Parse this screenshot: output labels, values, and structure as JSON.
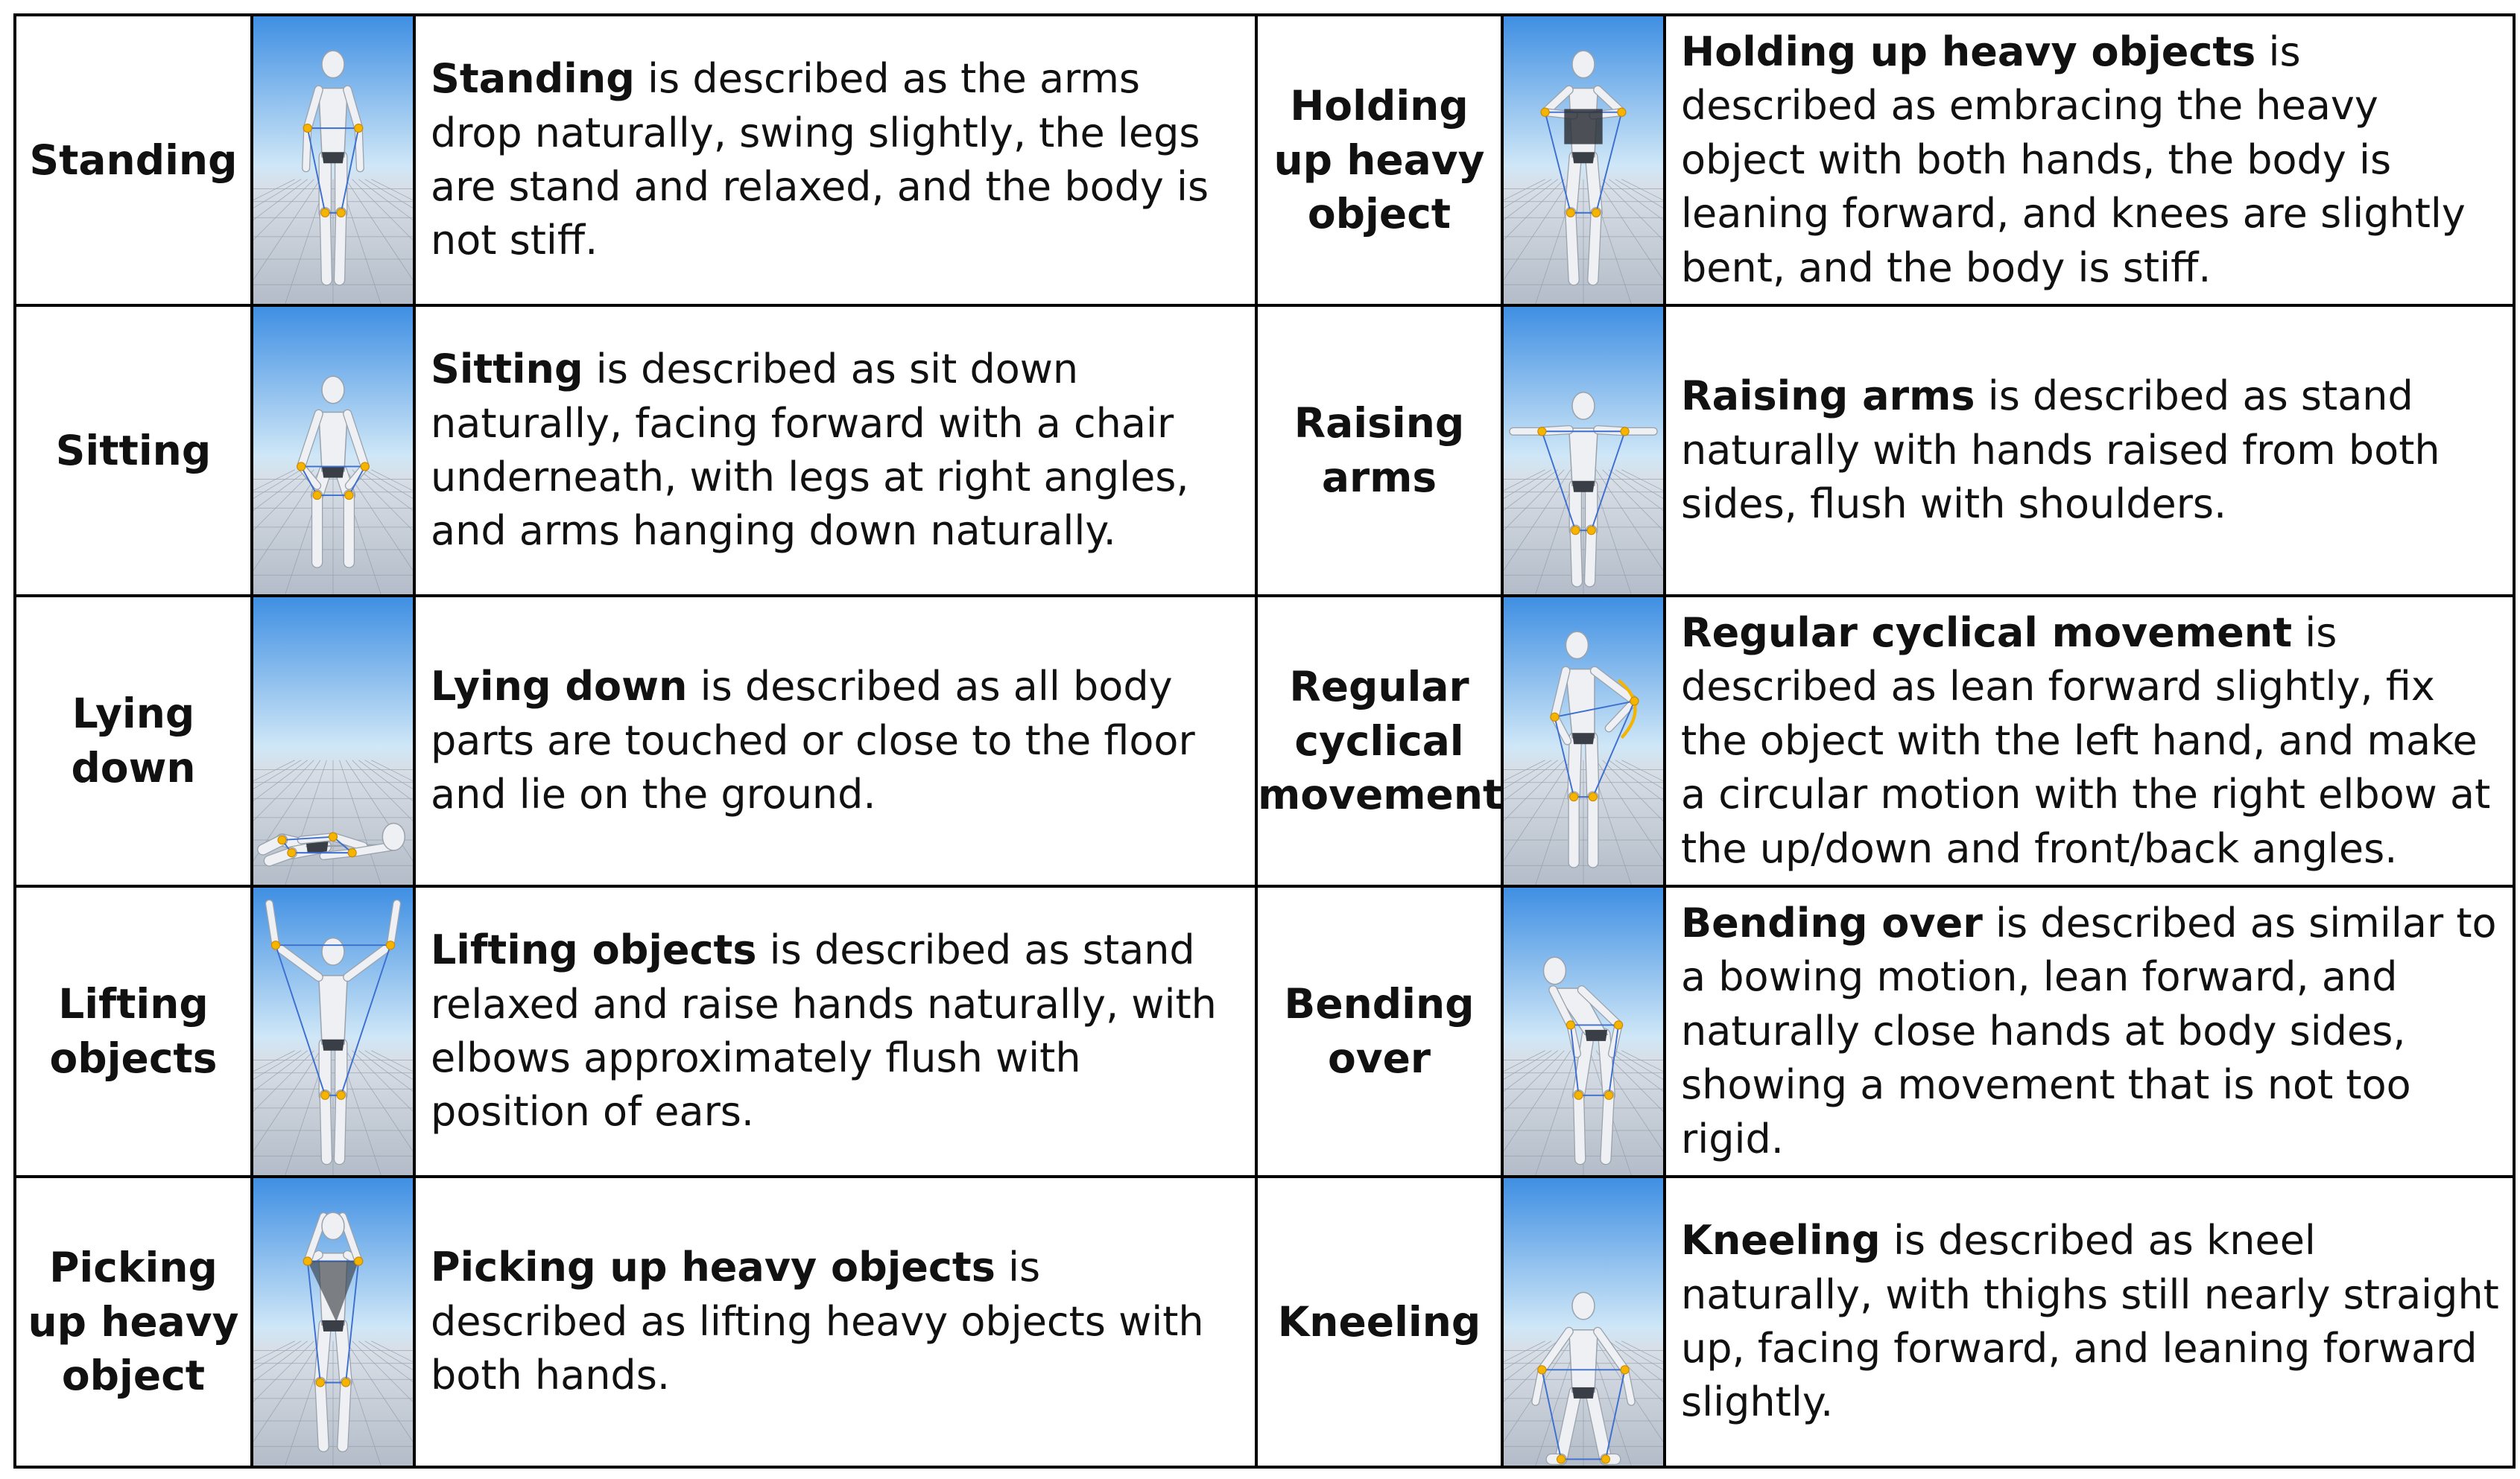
{
  "rows": [
    {
      "left": {
        "name": "Standing",
        "pose": "standing",
        "term": "Standing",
        "text": " is described as the arms drop naturally, swing slightly, the legs are stand and relaxed, and the body is not stiff."
      },
      "right": {
        "name": "Holding up heavy object",
        "pose": "holding",
        "term": "Holding up heavy objects",
        "text": " is described as embracing the heavy object with both hands, the body is leaning forward, and knees are slightly bent, and the body is stiff."
      }
    },
    {
      "left": {
        "name": "Sitting",
        "pose": "sitting",
        "term": "Sitting",
        "text": " is described as sit down naturally, facing forward with a chair underneath, with legs at right angles, and arms hanging down naturally."
      },
      "right": {
        "name": "Raising arms",
        "pose": "raising",
        "term": "Raising arms",
        "text": " is described as stand naturally with hands raised from both sides, flush with shoulders."
      }
    },
    {
      "left": {
        "name": "Lying down",
        "pose": "lying",
        "term": "Lying down",
        "text": " is described as all body parts are touched or close to the floor and lie on the ground."
      },
      "right": {
        "name": "Regular cyclical movement",
        "pose": "cyclical",
        "term": "Regular cyclical movement",
        "text": " is described as lean forward slightly, fix the object with the left hand, and make a circular motion with the right elbow at the up/down and front/back angles."
      }
    },
    {
      "left": {
        "name": "Lifting objects",
        "pose": "lifting",
        "term": "Lifting objects",
        "text": " is described as stand relaxed and raise hands naturally, with elbows approximately flush with position of ears."
      },
      "right": {
        "name": "Bending over",
        "pose": "bending",
        "term": "Bending over",
        "text": " is described as similar to a bowing motion, lean forward, and naturally close hands at body sides, showing a movement that is not too rigid."
      }
    },
    {
      "left": {
        "name": "Picking up heavy object",
        "pose": "picking",
        "term": "Picking up heavy objects",
        "text": " is described as lifting heavy objects with both hands."
      },
      "right": {
        "name": "Kneeling",
        "pose": "kneeling",
        "term": "Kneeling",
        "text": " is described as kneel naturally, with thighs still nearly straight up, facing forward, and leaning forward slightly."
      }
    }
  ]
}
